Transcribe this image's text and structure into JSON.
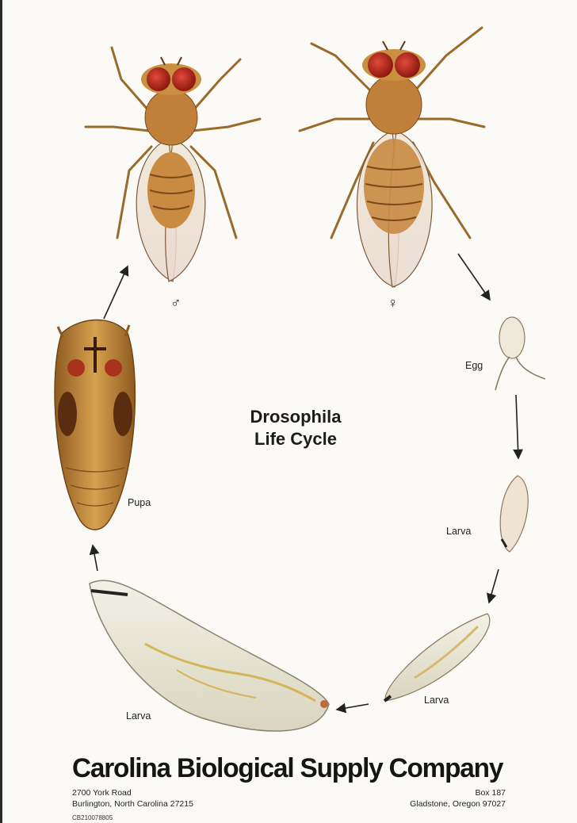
{
  "diagram": {
    "title_line1": "Drosophila",
    "title_line2": "Life Cycle",
    "stages": {
      "male_symbol": "♂",
      "female_symbol": "♀",
      "egg": "Egg",
      "larva_1": "Larva",
      "larva_2": "Larva",
      "larva_3": "Larva",
      "pupa": "Pupa"
    }
  },
  "footer": {
    "company": "Carolina Biological Supply Company",
    "address_left_line1": "2700 York Road",
    "address_left_line2": "Burlington, North Carolina 27215",
    "address_right_line1": "Box 187",
    "address_right_line2": "Gladstone, Oregon 97027",
    "catalog_number": "CB210078805"
  },
  "colors": {
    "fly_eye": "#b8241c",
    "fly_thorax": "#c0803a",
    "wing": "#e8e0cc",
    "pupa": "#b87a2e",
    "larva": "#e9e6d6",
    "arrow": "#222222"
  }
}
